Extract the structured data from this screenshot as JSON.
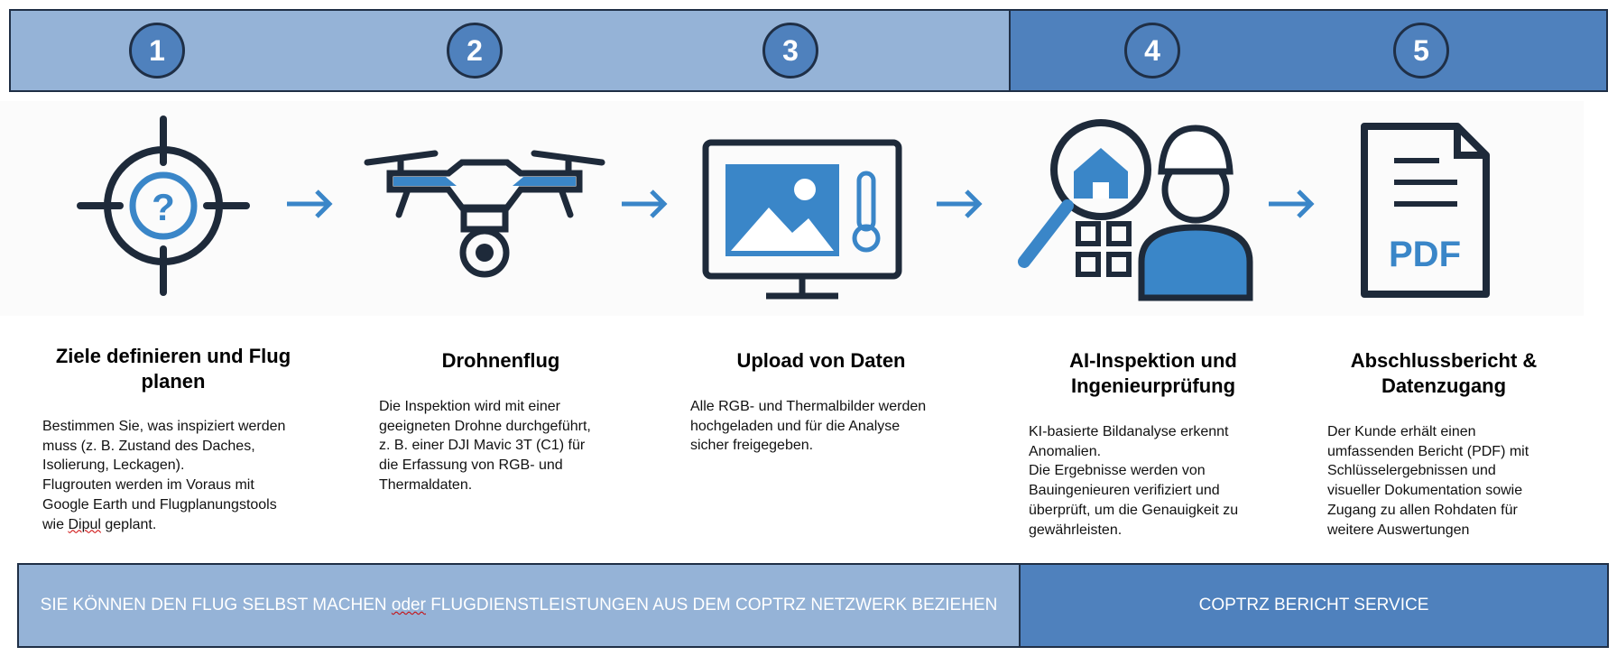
{
  "steps": [
    {
      "number": "1",
      "icon": "target-question-icon",
      "title": "Ziele definieren und Flug planen",
      "body_pre": "Bestimmen Sie, was inspiziert werden\nmuss (z. B. Zustand des Daches,\nIsolierung, Leckagen).\nFlugrouten werden im Voraus mit\nGoogle Earth und Flugplanungstools\nwie ",
      "body_marked": "Dipul",
      "body_post": " geplant."
    },
    {
      "number": "2",
      "icon": "drone-icon",
      "title": "Drohnenflug",
      "body": "Die Inspektion wird mit einer\ngeeigneten Drohne durchgeführt,\nz. B. einer DJI Mavic 3T (C1) für\ndie Erfassung von RGB- und\nThermaldaten."
    },
    {
      "number": "3",
      "icon": "monitor-upload-icon",
      "title": "Upload von Daten",
      "body": "Alle RGB- und Thermalbilder werden\nhochgeladen und für die Analyse\nsicher freigegeben."
    },
    {
      "number": "4",
      "icon": "inspection-engineer-icon",
      "title": "AI-Inspektion und Ingenieurprüfung",
      "body": "KI-basierte Bildanalyse erkennt\nAnomalien.\nDie Ergebnisse werden von\nBauingenieuren verifiziert und\nüberprüft, um die Genauigkeit zu\ngewährleisten."
    },
    {
      "number": "5",
      "icon": "pdf-document-icon",
      "title": "Abschlussbericht & Datenzugang",
      "body": "Der Kunde erhält einen\numfassenden Bericht (PDF) mit\nSchlüsselergebnissen und\nvisueller Dokumentation sowie\nZugang zu allen Rohdaten für\nweitere Auswertungen"
    }
  ],
  "icons": {
    "pdf_label": "PDF"
  },
  "bottom": {
    "left_pre": "SIE KÖNNEN DEN FLUG SELBST MACHEN ",
    "left_marked": "oder",
    "left_post": " FLUGDIENSTLEISTUNGEN AUS DEM COPTRZ NETZWERK BEZIEHEN",
    "right": "COPTRZ BERICHT SERVICE"
  },
  "colors": {
    "light": "#95b3d7",
    "dark": "#4f81bd",
    "navy": "#1e2a3a",
    "accent": "#3a86c8"
  }
}
